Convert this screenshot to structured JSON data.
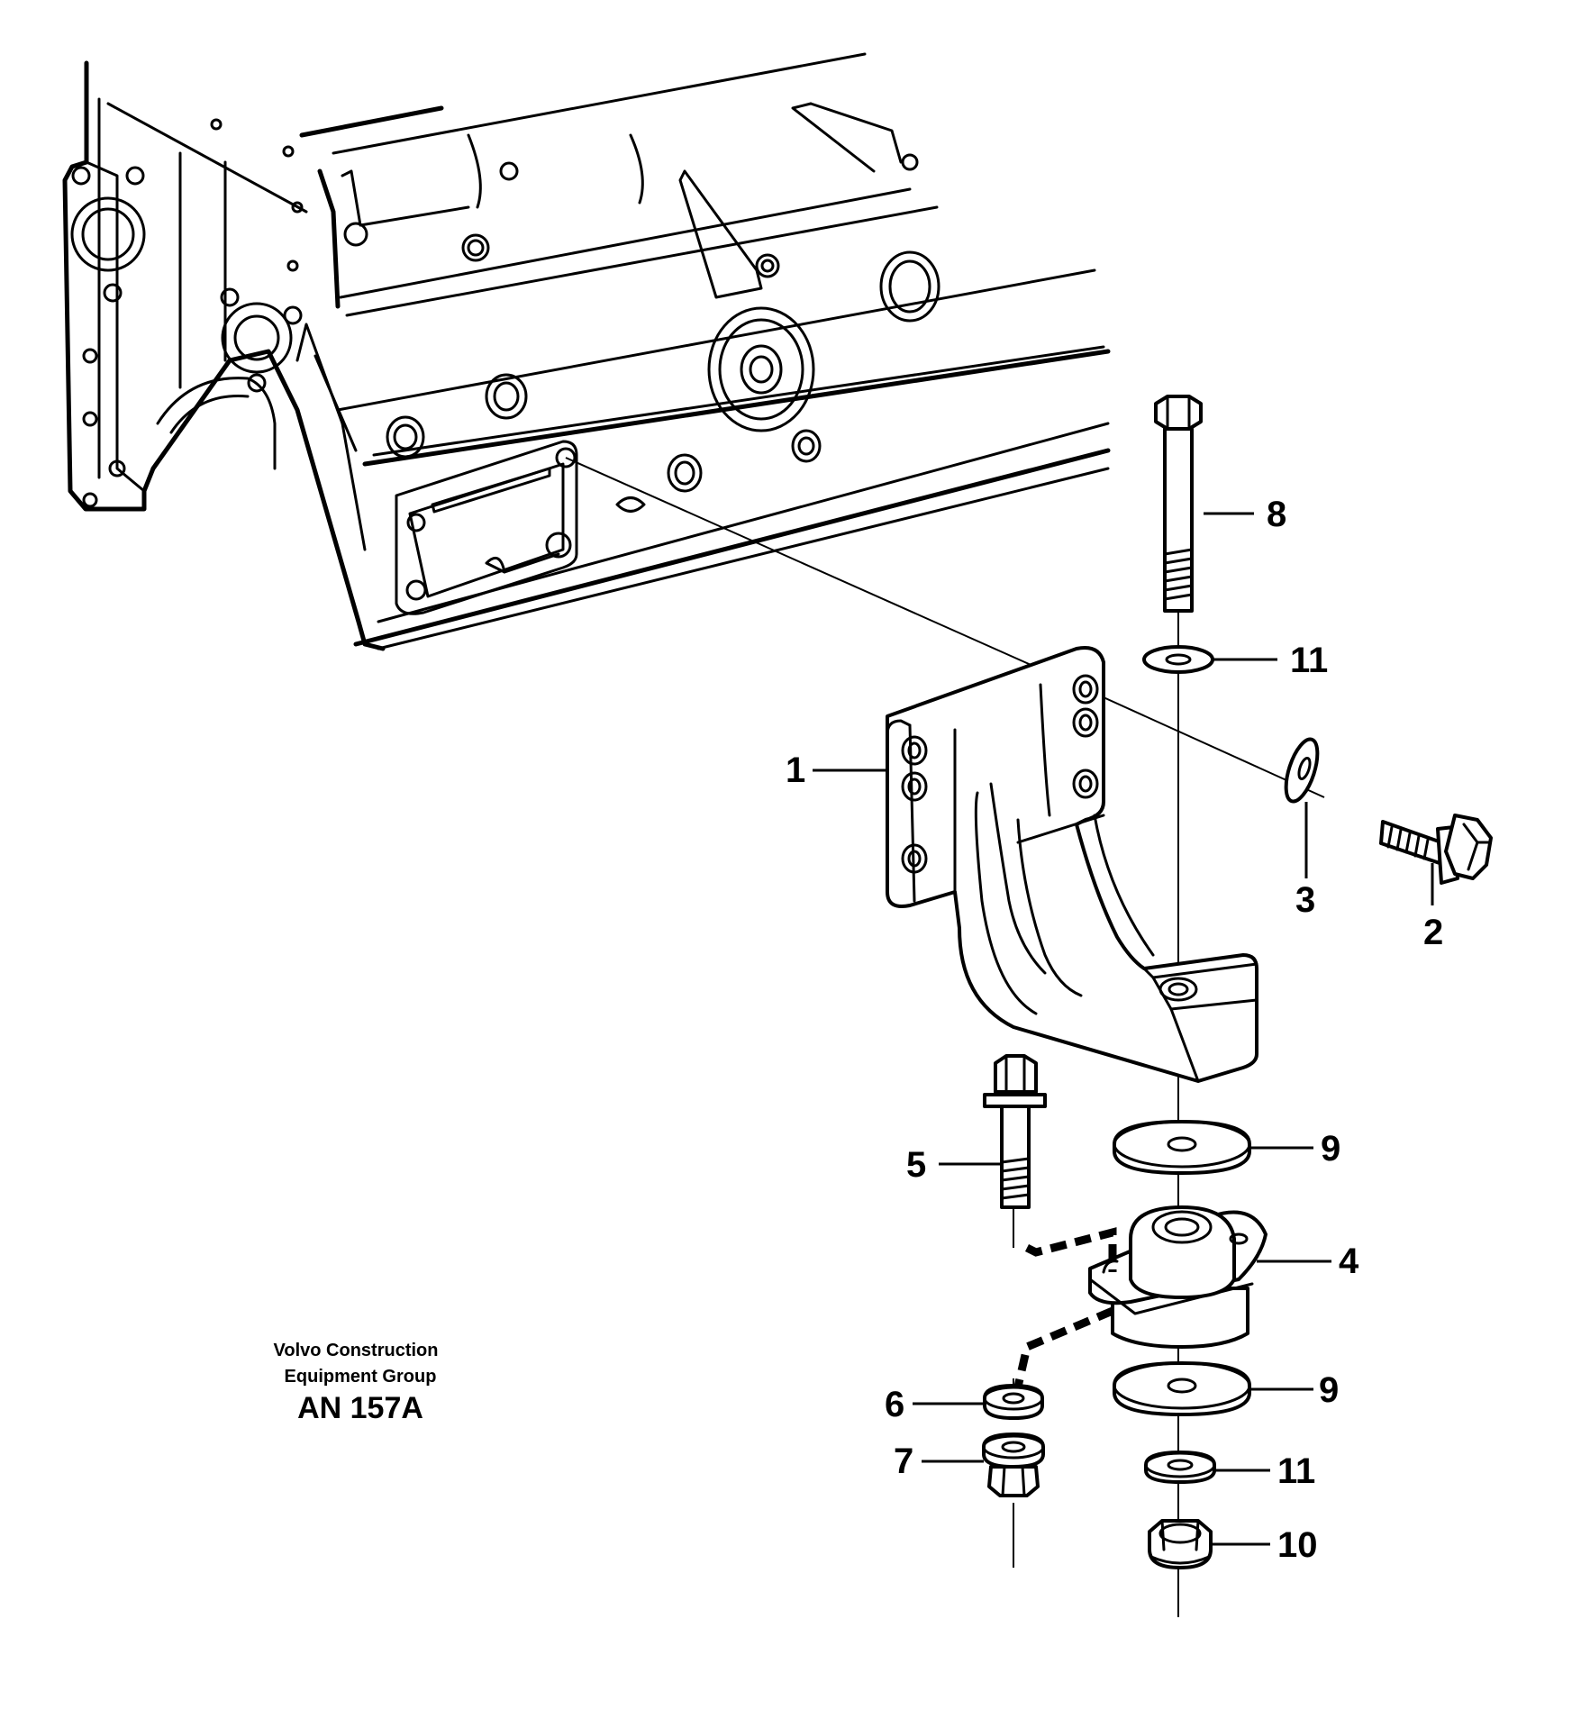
{
  "credit": {
    "line1": "Volvo Construction",
    "line2": "Equipment Group",
    "code": "AN 157A"
  },
  "callouts": {
    "c1": "1",
    "c2": "2",
    "c3": "3",
    "c4": "4",
    "c5": "5",
    "c6": "6",
    "c7": "7",
    "c8": "8",
    "c9a": "9",
    "c9b": "9",
    "c10": "10",
    "c11a": "11",
    "c11b": "11"
  }
}
